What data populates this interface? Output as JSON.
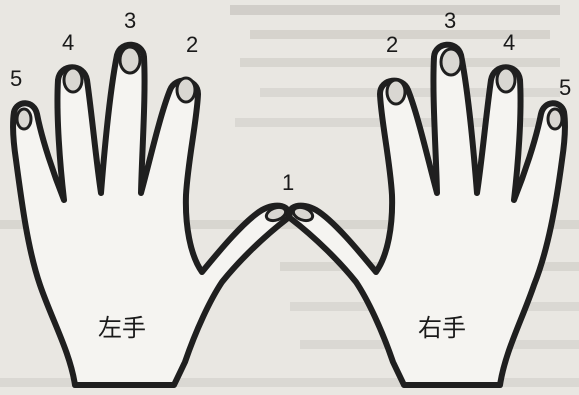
{
  "finger_numbers": {
    "left_hand": [
      "5",
      "4",
      "3",
      "2"
    ],
    "thumb": "1",
    "right_hand": [
      "2",
      "3",
      "4",
      "5"
    ]
  },
  "captions": {
    "left_hand": "左手",
    "right_hand": "右手"
  },
  "colors": {
    "background": "#e9e7e2",
    "ink": "#1f1f1f",
    "skin": "#f5f4f1"
  }
}
